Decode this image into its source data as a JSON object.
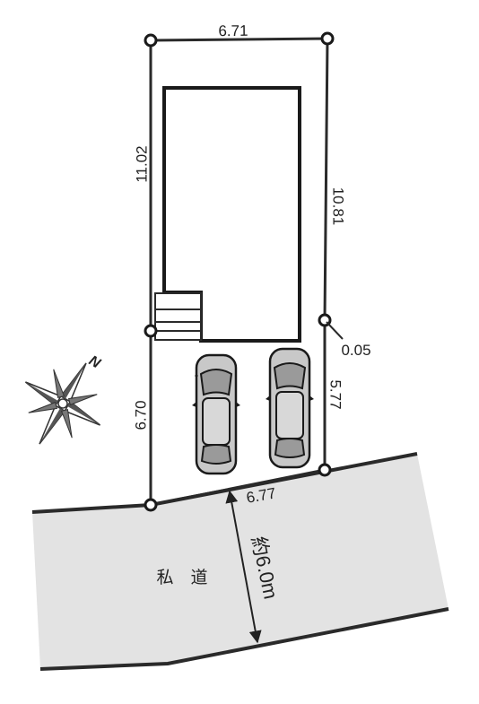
{
  "lot_dimensions": {
    "top": "6.71",
    "left_upper": "11.02",
    "right_upper": "10.81",
    "right_offset": "0.05",
    "left_lower": "6.70",
    "right_lower": "5.77",
    "frontage": "6.77"
  },
  "road": {
    "label": "私　道",
    "width": "約6.0m",
    "fill_color": "#e3e3e3"
  },
  "compass": {
    "north_label": "N"
  },
  "parking": {
    "car_count": 2
  }
}
